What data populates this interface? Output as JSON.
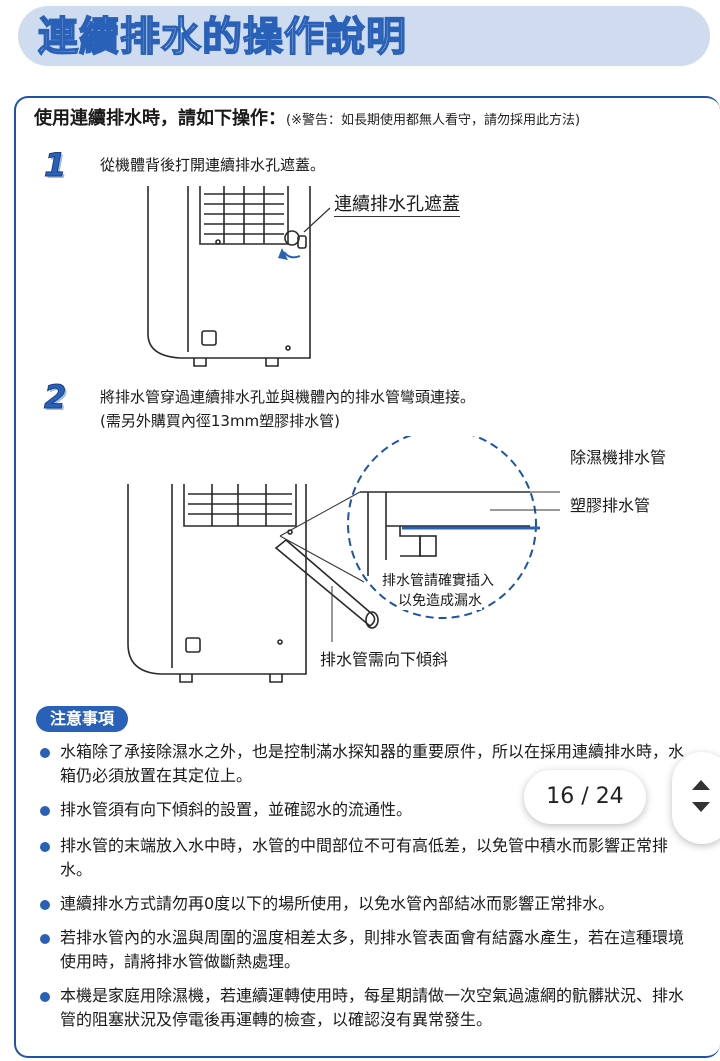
{
  "page": {
    "title": "連續排水的操作說明",
    "header": "使用連續排水時，請如下操作：",
    "warning": "(※警告：如長期使用都無人看守，請勿採用此方法)"
  },
  "step1": {
    "num": "1",
    "text": "從機體背後打開連續排水孔遮蓋。",
    "callout": "連續排水孔遮蓋"
  },
  "step2": {
    "num": "2",
    "text": "將排水管穿過連續排水孔並與機體內的排水管彎頭連接。",
    "subtext": "(需另外購買內徑13mm塑膠排水管)",
    "callout_dehumidifier_pipe": "除濕機排水管",
    "callout_plastic_pipe": "塑膠排水管",
    "callout_insert_line1": "排水管請確實插入",
    "callout_insert_line2": "以免造成漏水",
    "callout_slope": "排水管需向下傾斜"
  },
  "notice": {
    "label": "注意事項",
    "items": [
      "水箱除了承接除濕水之外，也是控制滿水探知器的重要原件，所以在採用連續排水時，水箱仍必須放置在其定位上。",
      "排水管須有向下傾斜的設置，並確認水的流通性。",
      "排水管的末端放入水中時，水管的中間部位不可有高低差，以免管中積水而影響正常排水。",
      "連續排水方式請勿再0度以下的場所使用，以免水管內部結冰而影響正常排水。",
      "若排水管內的水溫與周圍的溫度相差太多，則排水管表面會有結露水產生，若在這種環境使用時，請將排水管做斷熱處理。",
      "本機是家庭用除濕機，若連續運轉使用時，每星期請做一次空氣過濾網的骯髒狀況、排水管的阻塞狀況及停電後再運轉的檢查，以確認沒有異常發生。"
    ]
  },
  "pager": {
    "label": "16 / 24"
  }
}
